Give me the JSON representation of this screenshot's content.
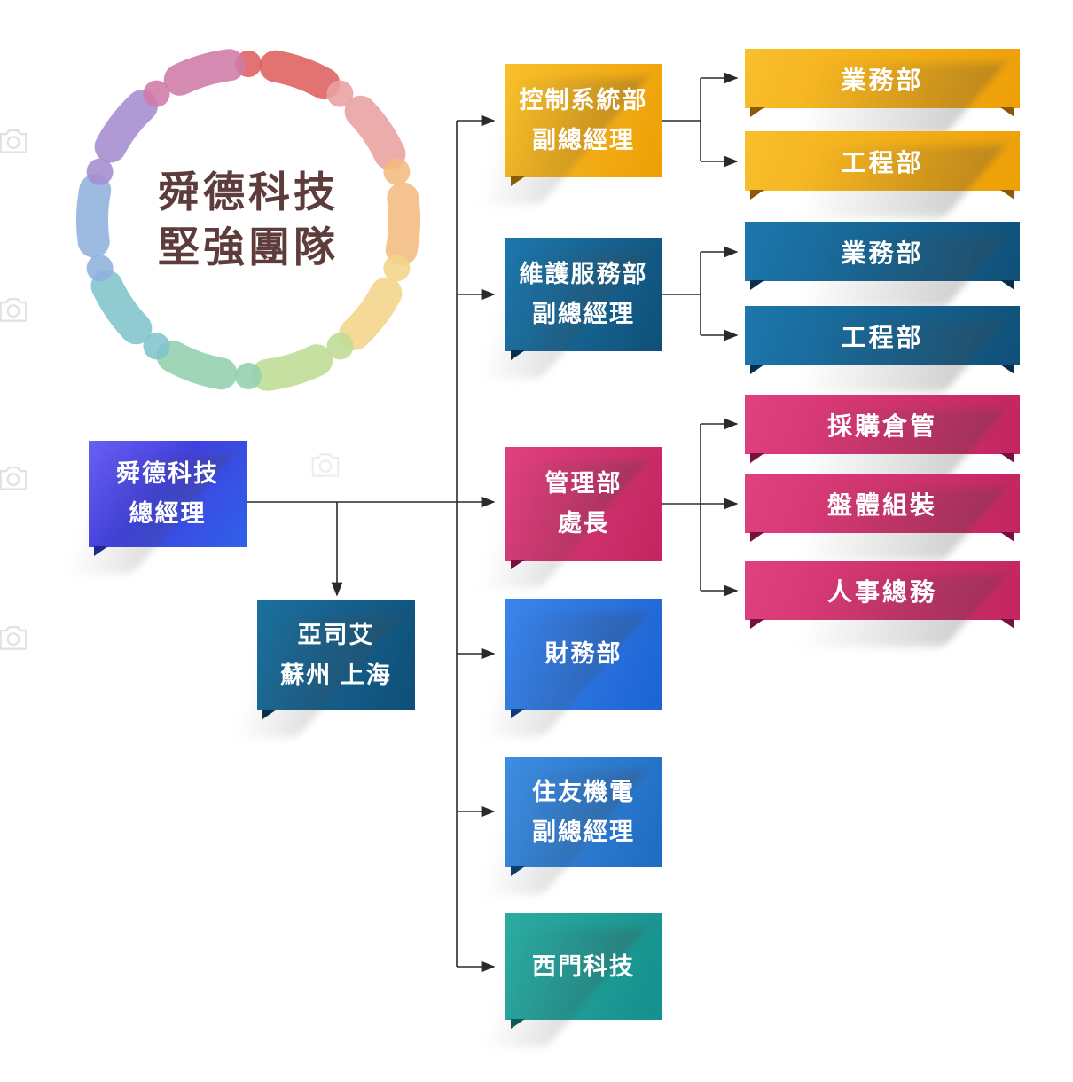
{
  "title": {
    "lines": [
      "舜德科技",
      "堅強團隊"
    ],
    "color": "#5e3c3c"
  },
  "nodes": {
    "root": {
      "lines": [
        "舜德科技",
        "總經理"
      ],
      "color": "#4a4ae6"
    },
    "subsidiary": {
      "lines": [
        "亞司艾",
        "蘇州 上海"
      ],
      "color": "#135f8e"
    }
  },
  "departments": [
    {
      "name": "control-systems",
      "lines": [
        "控制系統部",
        "副總經理"
      ],
      "color": "#f0a60c",
      "children": [
        {
          "label": "業務部"
        },
        {
          "label": "工程部"
        }
      ]
    },
    {
      "name": "maintenance-service",
      "lines": [
        "維護服務部",
        "副總經理"
      ],
      "color": "#145e8c",
      "children": [
        {
          "label": "業務部"
        },
        {
          "label": "工程部"
        }
      ]
    },
    {
      "name": "management",
      "lines": [
        "管理部",
        "處長"
      ],
      "color": "#cf2d69",
      "children": [
        {
          "label": "採購倉管"
        },
        {
          "label": "盤體組裝"
        },
        {
          "label": "人事總務"
        }
      ]
    },
    {
      "name": "finance",
      "lines": [
        "財務部"
      ],
      "color": "#2270dc",
      "children": []
    },
    {
      "name": "sumitomo-electric",
      "lines": [
        "住友機電",
        "副總經理"
      ],
      "color": "#2480d4",
      "children": []
    },
    {
      "name": "simon-tech",
      "lines": [
        "西門科技"
      ],
      "color": "#1f9e98",
      "children": []
    }
  ],
  "logo": {
    "label": "unity-circle-logo",
    "colors": [
      "#df5f5f",
      "#eba0a0",
      "#f2bb80",
      "#f2d489",
      "#bedc94",
      "#93cfae",
      "#7fc4cb",
      "#8fb1dd",
      "#a58cd0",
      "#cf7ba6"
    ]
  },
  "connector_color": "#2a2a2a",
  "watermark": {
    "icon": "camera"
  }
}
